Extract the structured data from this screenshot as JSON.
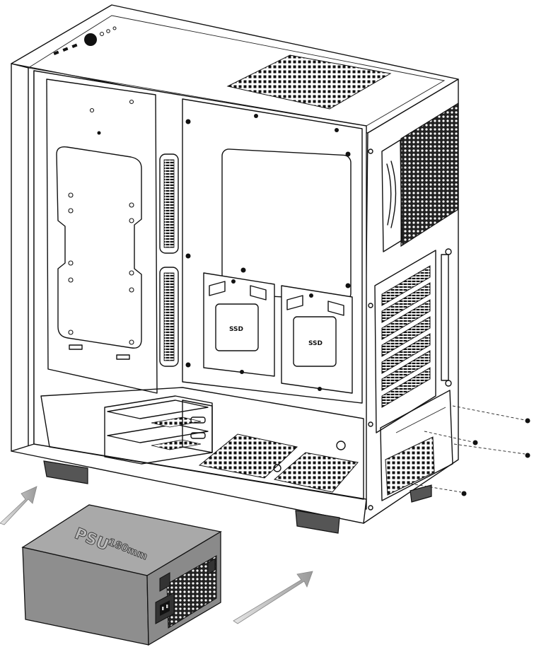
{
  "diagram": {
    "labels": {
      "ssd_left": "SSD",
      "ssd_right": "SSD",
      "psu_title": "PSU",
      "psu_size": "180mm"
    },
    "colors": {
      "line": "#111111",
      "psu_body": "#8e8e8e",
      "psu_top": "#a9a9a9",
      "arrow": "#b8b8b8"
    }
  }
}
